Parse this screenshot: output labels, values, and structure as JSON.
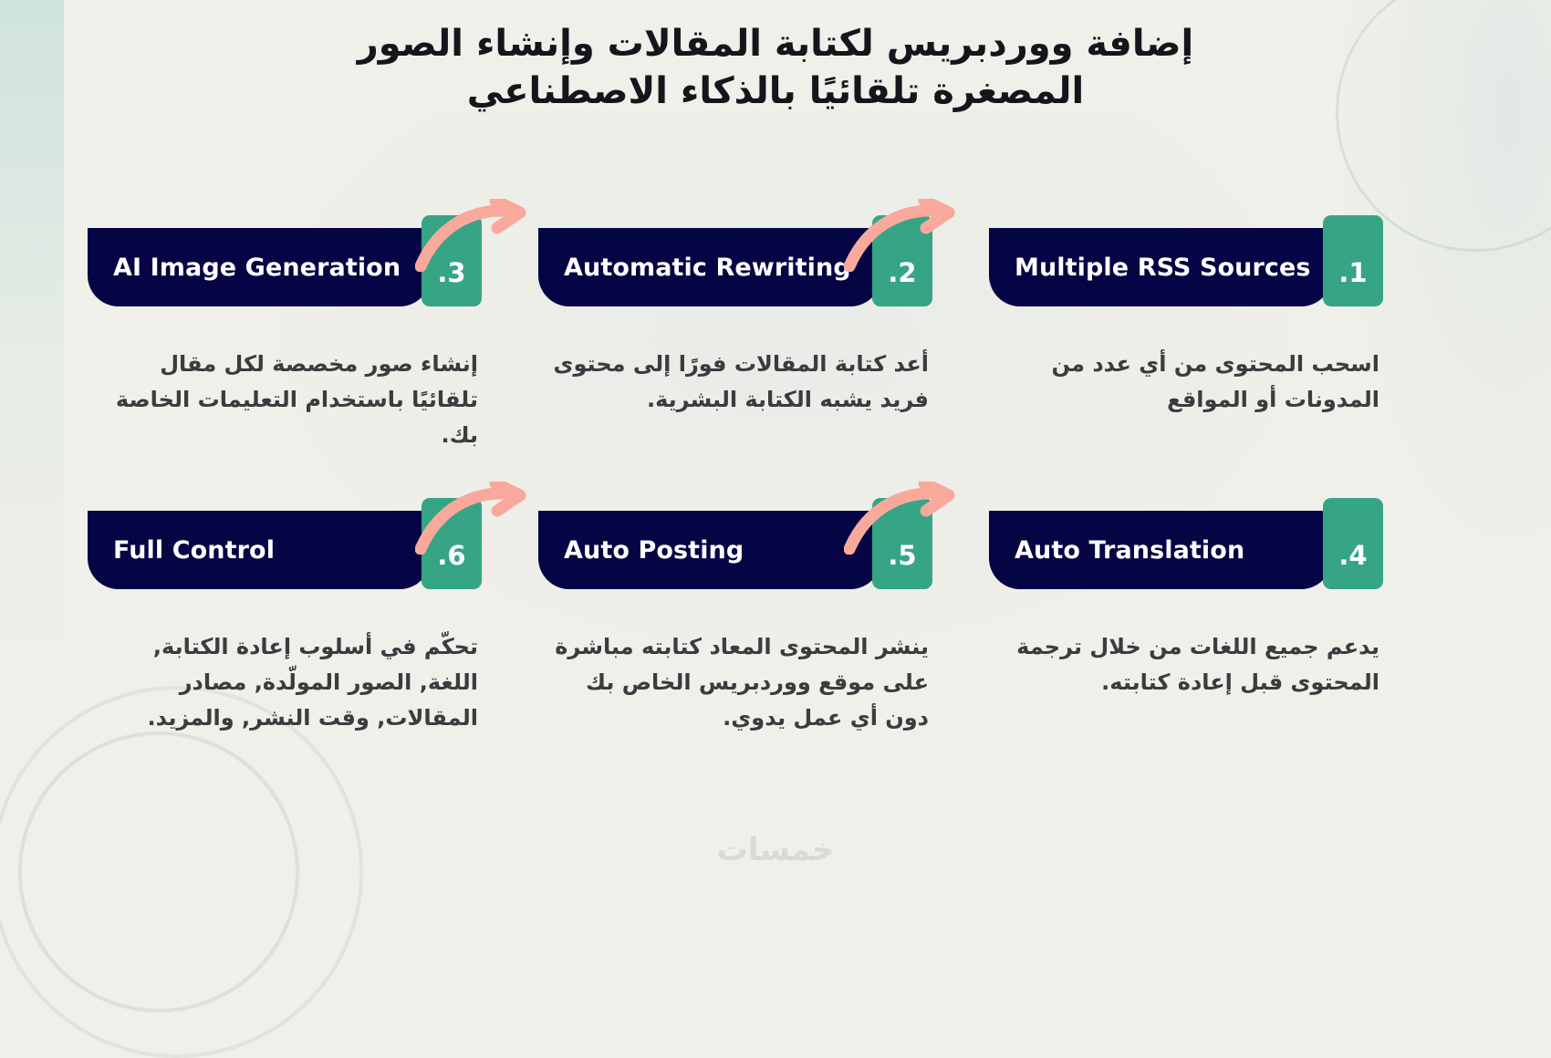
{
  "page": {
    "background_color": "#f0efe9",
    "title_lines": [
      "إضافة ووردبريس لكتابة المقالات وإنشاء الصور",
      "المصغرة  تلقائيًا بالذكاء الاصطناعي"
    ],
    "watermark": "خمسات"
  },
  "palette": {
    "navy": "#050545",
    "green": "#35a585",
    "coral": "#f8a99c",
    "text_dark": "#3b3b40",
    "title_dark": "#15151b",
    "white": "#ffffff"
  },
  "cards": [
    {
      "number": "1.",
      "title_en": "Multiple RSS Sources",
      "description_ar": "اسحب المحتوى من أي عدد من المدونات أو المواقع"
    },
    {
      "number": "2.",
      "title_en": "Automatic Rewriting",
      "description_ar": "أعد كتابة المقالات فورًا إلى محتوى فريد يشبه الكتابة البشرية."
    },
    {
      "number": "3.",
      "title_en": "AI Image Generation",
      "description_ar": "إنشاء صور مخصصة لكل مقال تلقائيًا باستخدام التعليمات الخاصة بك."
    },
    {
      "number": "4.",
      "title_en": "Auto Translation",
      "description_ar": "يدعم جميع اللغات من خلال ترجمة المحتوى قبل إعادة كتابته."
    },
    {
      "number": "5.",
      "title_en": "Auto Posting",
      "description_ar": "ينشر المحتوى المعاد كتابته مباشرة على موقع ووردبريس الخاص بك دون أي عمل يدوي."
    },
    {
      "number": "6.",
      "title_en": "Full Control",
      "description_ar": "تحكّم في أسلوب إعادة الكتابة, اللغة, الصور المولّدة, مصادر المقالات, وقت النشر, والمزيد."
    }
  ],
  "arrows": [
    {
      "name": "arrow-step-1-to-2"
    },
    {
      "name": "arrow-step-2-to-3"
    },
    {
      "name": "arrow-step-4-to-5"
    },
    {
      "name": "arrow-step-5-to-6"
    }
  ]
}
